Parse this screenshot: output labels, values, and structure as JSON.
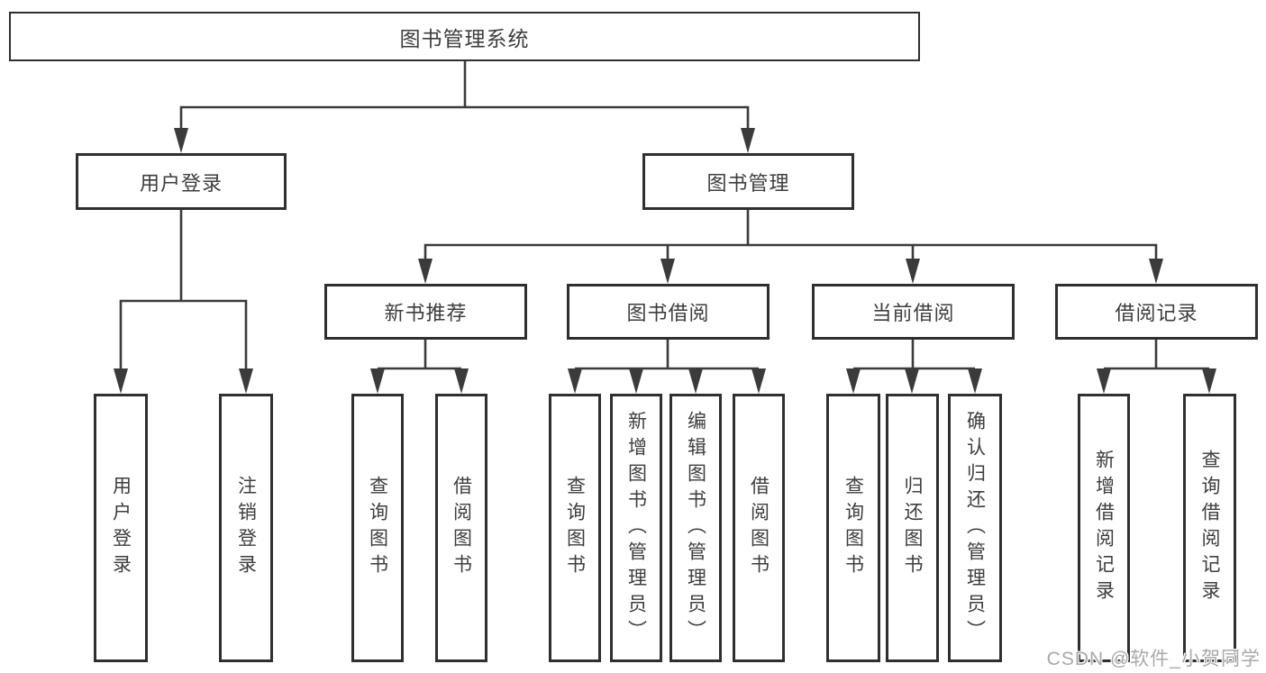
{
  "diagram": {
    "root": {
      "label": "图书管理系统",
      "children": [
        {
          "label": "用户登录",
          "children": [
            {
              "label": "用户登录"
            },
            {
              "label": "注销登录"
            }
          ]
        },
        {
          "label": "图书管理",
          "children": [
            {
              "label": "新书推荐",
              "children": [
                {
                  "label": "查询图书"
                },
                {
                  "label": "借阅图书"
                }
              ]
            },
            {
              "label": "图书借阅",
              "children": [
                {
                  "label": "查询图书"
                },
                {
                  "label": "新增图书（管理员）"
                },
                {
                  "label": "编辑图书（管理员）"
                },
                {
                  "label": "借阅图书"
                }
              ]
            },
            {
              "label": "当前借阅",
              "children": [
                {
                  "label": "查询图书"
                },
                {
                  "label": "归还图书"
                },
                {
                  "label": "确认归还（管理员）"
                }
              ]
            },
            {
              "label": "借阅记录",
              "children": [
                {
                  "label": "新增借阅记录"
                },
                {
                  "label": "查询借阅记录"
                }
              ]
            }
          ]
        }
      ]
    }
  },
  "watermark": {
    "text": "CSDN @软件_小贺同学"
  },
  "colors": {
    "line": "#3b3b3b",
    "box_border": "#2f2f2f",
    "box_fill": "#ffffff",
    "text": "#3d3d3d",
    "watermark_text": "#a9a9a9",
    "background": "#ffffff"
  }
}
